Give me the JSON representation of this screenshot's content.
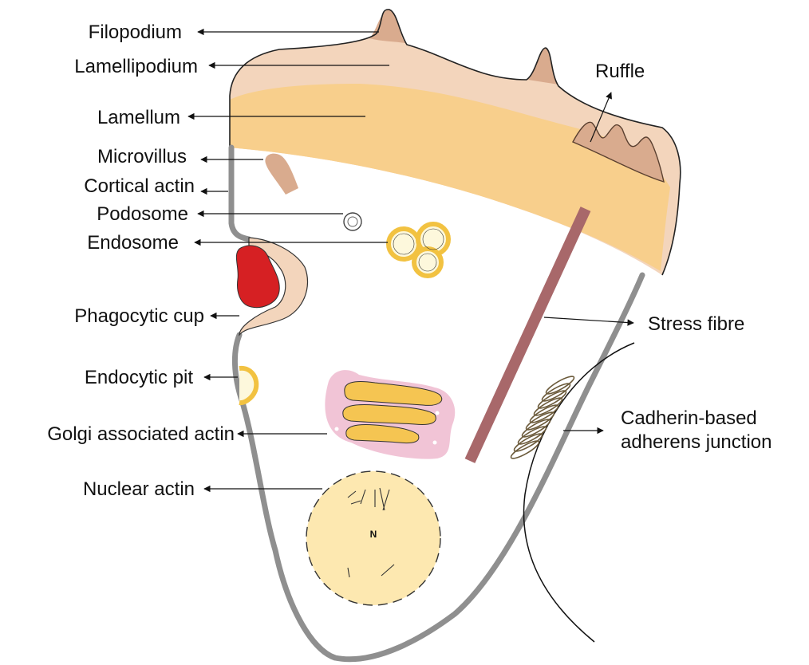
{
  "diagram": {
    "labels": {
      "filopodium": "Filopodium",
      "lamellipodium": "Lamellipodium",
      "lamellum": "Lamellum",
      "microvillus": "Microvillus",
      "cortical_actin": "Cortical actin",
      "podosome": "Podosome",
      "endosome": "Endosome",
      "phagocytic_cup": "Phagocytic cup",
      "endocytic_pit": "Endocytic pit",
      "golgi_actin": "Golgi associated actin",
      "nuclear_actin": "Nuclear actin",
      "ruffle": "Ruffle",
      "stress_fibre": "Stress fibre",
      "adherens_line1": "Cadherin-based",
      "adherens_line2": "adherens junction",
      "nucleus_letter": "N"
    },
    "colors": {
      "membrane": "#8f8f8f",
      "lamellipodium": "#f3d5bc",
      "lamellum": "#f8cf8c",
      "protrusion": "#d9ab8e",
      "stress_fibre": "#a8686a",
      "endosome_ring": "#f2c241",
      "endosome_fill": "#fdf8dc",
      "golgi": "#f5c552",
      "golgi_halo": "#f1c4d6",
      "nucleus": "#fde8b0",
      "phagocyte_particle": "#d62023",
      "arrow": "#111111"
    }
  }
}
